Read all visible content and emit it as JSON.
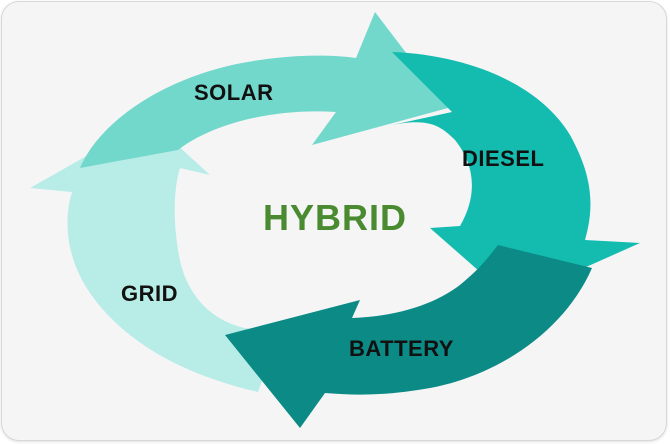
{
  "diagram": {
    "center": {
      "label": "HYBRID",
      "color": "#4a8a30"
    },
    "segments": [
      {
        "label": "SOLAR",
        "color": "#72d8cb"
      },
      {
        "label": "DIESEL",
        "color": "#14bcb0"
      },
      {
        "label": "BATTERY",
        "color": "#0b8a86"
      },
      {
        "label": "GRID",
        "color": "#b8ece6"
      }
    ]
  }
}
